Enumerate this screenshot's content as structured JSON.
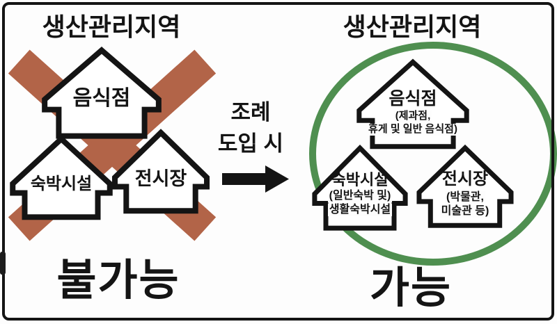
{
  "left_panel": {
    "title": "생산관리지역",
    "houses": [
      {
        "label": "음식점"
      },
      {
        "label": "숙박시설"
      },
      {
        "label": "전시장"
      }
    ],
    "verdict": "불가능"
  },
  "middle": {
    "condition_line1": "조례",
    "condition_line2": "도입 시",
    "arrow": "right-arrow"
  },
  "right_panel": {
    "title": "생산관리지역",
    "houses": [
      {
        "label": "음식점",
        "sub1": "(제과점,",
        "sub2": "휴게 및 일반 음식점)"
      },
      {
        "label": "숙박시설",
        "sub1": "(일반숙박 및)",
        "sub2": "생활숙박시설"
      },
      {
        "label": "전시장",
        "sub1": "(박물관,",
        "sub2": "미술관 등)"
      }
    ],
    "verdict": "가능"
  },
  "colors": {
    "x_mark": "#b26448",
    "circle": "#4f8f50",
    "outline": "#141414"
  }
}
